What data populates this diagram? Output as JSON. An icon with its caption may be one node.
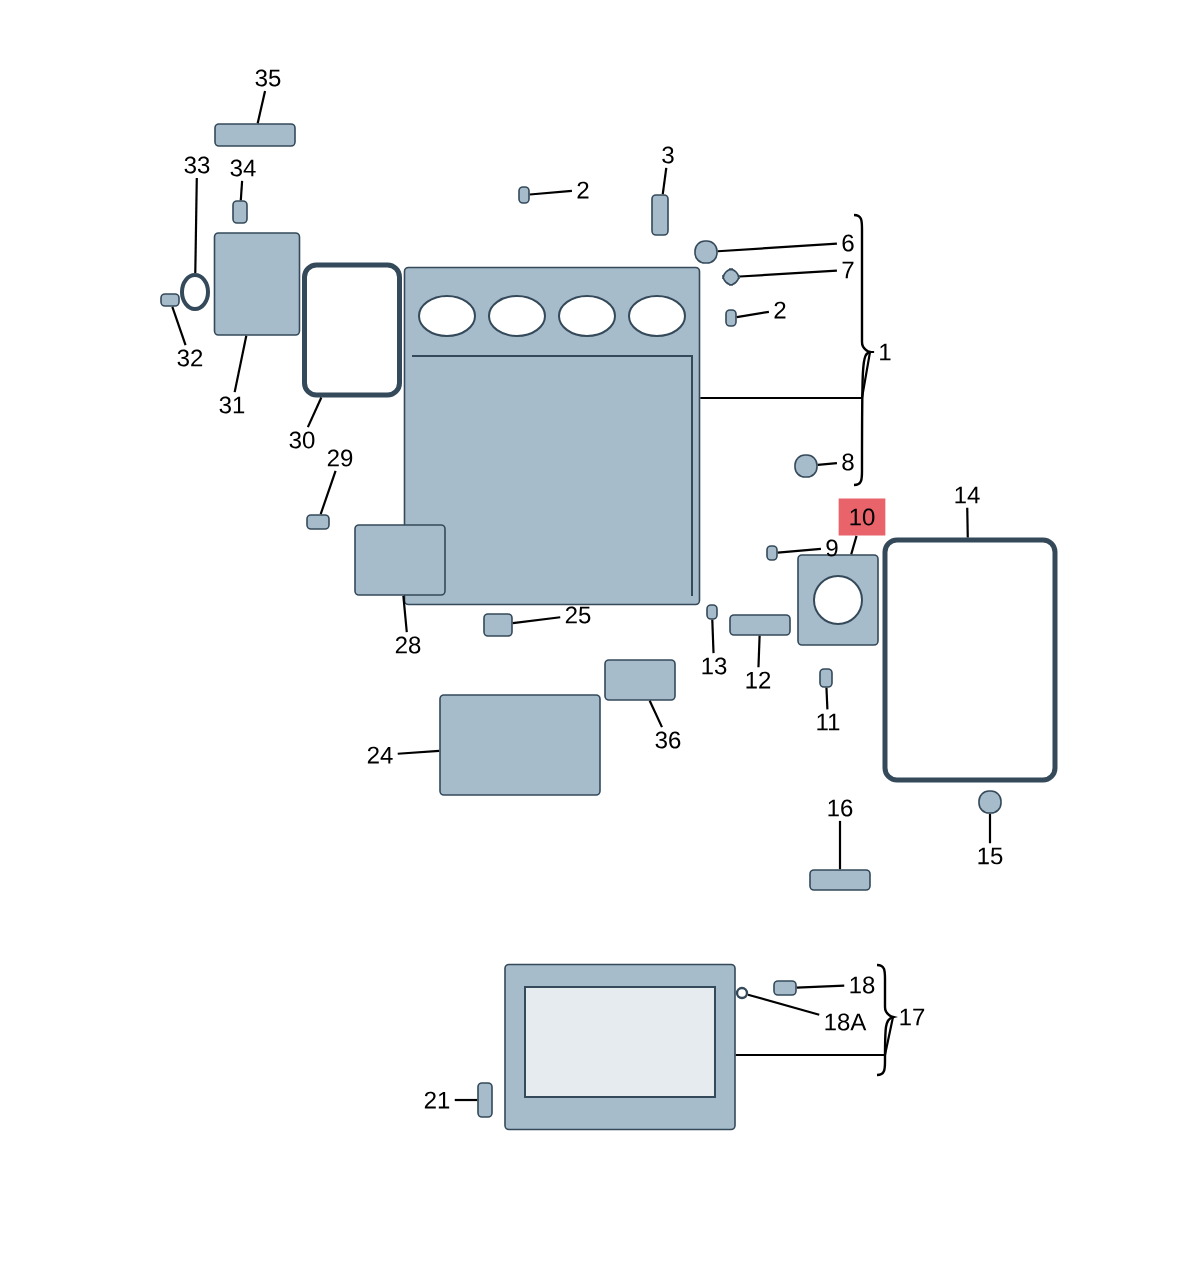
{
  "diagram": {
    "nodes": [
      {
        "text": [
          "35"
        ]
      },
      {
        "text": [],
        "shape": "box"
      },
      {
        "text": [
          "33"
        ]
      },
      {
        "text": [],
        "shape": "circle"
      },
      {
        "text": [
          "34"
        ]
      },
      {
        "text": [],
        "shape": "box"
      },
      {
        "text": [
          "3"
        ]
      },
      {
        "text": [],
        "shape": "box"
      },
      {
        "text": [
          "2"
        ]
      },
      {
        "text": [],
        "shape": "box"
      },
      {
        "text": [
          "6"
        ]
      },
      {
        "text": [],
        "shape": "box"
      },
      {
        "text": [
          "7"
        ]
      },
      {
        "text": [],
        "shape": "box"
      },
      {
        "text": [
          "2"
        ]
      },
      {
        "text": [],
        "shape": "box"
      },
      {
        "text": [
          "1"
        ]
      },
      {
        "text": [],
        "shape": "picture"
      },
      {
        "text": [
          "8"
        ]
      },
      {
        "text": [],
        "shape": "box"
      },
      {
        "text": [
          "29"
        ]
      },
      {
        "text": [],
        "shape": "box"
      },
      {
        "text": [
          "10"
        ]
      },
      {
        "text": [],
        "shape": "picture"
      },
      {
        "text": [
          "9"
        ]
      },
      {
        "text": [],
        "shape": "box"
      },
      {
        "text": [
          "14"
        ]
      },
      {
        "text": [],
        "shape": "box"
      },
      {
        "text": [
          "31"
        ]
      },
      {
        "text": [],
        "shape": "box"
      },
      {
        "text": [
          "30"
        ]
      },
      {
        "text": [],
        "shape": "box"
      },
      {
        "text": [
          "32"
        ]
      },
      {
        "text": [],
        "shape": "box"
      },
      {
        "text": [
          "25"
        ]
      },
      {
        "text": [],
        "shape": "box"
      },
      {
        "text": [
          "28"
        ]
      },
      {
        "text": [],
        "shape": "box"
      },
      {
        "text": [
          "13"
        ]
      },
      {
        "text": [],
        "shape": "box"
      },
      {
        "text": [
          "12"
        ]
      },
      {
        "text": [],
        "shape": "box"
      },
      {
        "text": [
          "11"
        ]
      },
      {
        "text": [],
        "shape": "box"
      },
      {
        "text": [
          "36"
        ]
      },
      {
        "text": [],
        "shape": "box"
      },
      {
        "text": [
          "24"
        ]
      },
      {
        "text": [],
        "shape": "box"
      },
      {
        "text": [
          "16"
        ]
      },
      {
        "text": [],
        "shape": "box"
      },
      {
        "text": [
          "15"
        ]
      },
      {
        "text": [],
        "shape": "box"
      },
      {
        "text": [
          "17"
        ]
      },
      {
        "text": [],
        "shape": "picture"
      },
      {
        "text": [
          "18"
        ]
      },
      {
        "text": [],
        "shape": "box"
      },
      {
        "text": [
          "18A"
        ]
      },
      {
        "text": [],
        "shape": "circle"
      },
      {
        "text": [
          "21"
        ]
      },
      {
        "text": [],
        "shape": "box"
      }
    ],
    "edges": [
      {
        "from": 0,
        "to": 1,
        "arrow": "none"
      },
      {
        "from": 2,
        "to": 3,
        "arrow": "none"
      },
      {
        "from": 4,
        "to": 5,
        "arrow": "none"
      },
      {
        "from": 6,
        "to": 7,
        "arrow": "none"
      },
      {
        "from": 8,
        "to": 9,
        "arrow": "none"
      },
      {
        "from": 10,
        "to": 11,
        "arrow": "none"
      },
      {
        "from": 12,
        "to": 13,
        "arrow": "none"
      },
      {
        "from": 14,
        "to": 15,
        "arrow": "none"
      },
      {
        "from": 16,
        "to": 17,
        "arrow": "none"
      },
      {
        "from": 18,
        "to": 19,
        "arrow": "none"
      },
      {
        "from": 20,
        "to": 21,
        "arrow": "none"
      },
      {
        "from": 22,
        "to": 23,
        "arrow": "none"
      },
      {
        "from": 24,
        "to": 25,
        "arrow": "none"
      },
      {
        "from": 26,
        "to": 27,
        "arrow": "none"
      },
      {
        "from": 28,
        "to": 29,
        "arrow": "none"
      },
      {
        "from": 30,
        "to": 31,
        "arrow": "none"
      },
      {
        "from": 32,
        "to": 33,
        "arrow": "none"
      },
      {
        "from": 34,
        "to": 35,
        "arrow": "none"
      },
      {
        "from": 36,
        "to": 37,
        "arrow": "none"
      },
      {
        "from": 38,
        "to": 39,
        "arrow": "none"
      },
      {
        "from": 40,
        "to": 41,
        "arrow": "none"
      },
      {
        "from": 42,
        "to": 43,
        "arrow": "none"
      },
      {
        "from": 44,
        "to": 45,
        "arrow": "none"
      },
      {
        "from": 46,
        "to": 47,
        "arrow": "none"
      },
      {
        "from": 48,
        "to": 49,
        "arrow": "none"
      },
      {
        "from": 50,
        "to": 51,
        "arrow": "none"
      },
      {
        "from": 52,
        "to": 53,
        "arrow": "none"
      },
      {
        "from": 54,
        "to": 55,
        "arrow": "none"
      },
      {
        "from": 56,
        "to": 57,
        "arrow": "none"
      },
      {
        "from": 58,
        "to": 59,
        "arrow": "none"
      }
    ]
  }
}
